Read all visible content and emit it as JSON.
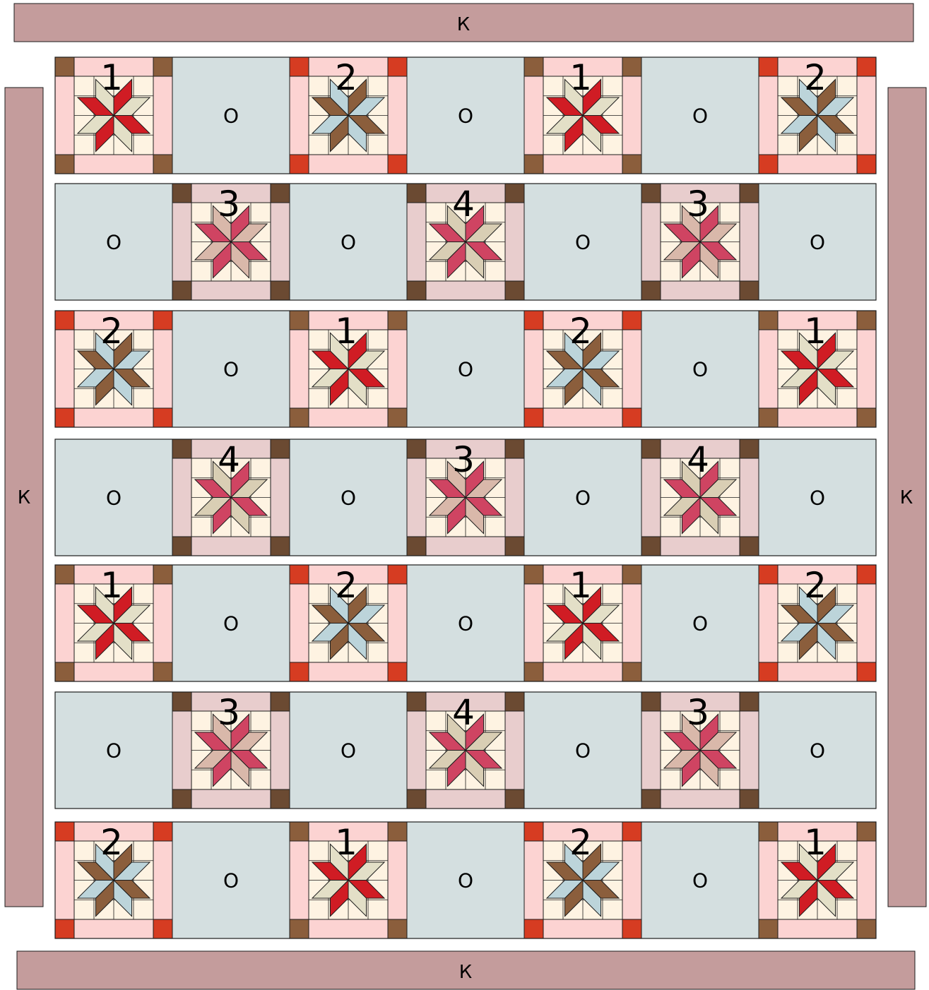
{
  "border_label": "К",
  "filler_label": "О",
  "layout": [
    [
      "1",
      "O",
      "2",
      "O",
      "1",
      "O",
      "2"
    ],
    [
      "O",
      "3",
      "O",
      "4",
      "O",
      "3",
      "O"
    ],
    [
      "2",
      "O",
      "1",
      "O",
      "2",
      "O",
      "1"
    ],
    [
      "O",
      "4",
      "O",
      "3",
      "O",
      "4",
      "O"
    ],
    [
      "1",
      "O",
      "2",
      "O",
      "1",
      "O",
      "2"
    ],
    [
      "O",
      "3",
      "O",
      "4",
      "O",
      "3",
      "O"
    ],
    [
      "2",
      "O",
      "1",
      "O",
      "2",
      "O",
      "1"
    ]
  ],
  "colors": {
    "border": "#c49c9c",
    "filler": "#d4dfe0",
    "background": "#fef3e2",
    "outline": "#1c1c1c"
  },
  "block_styles": {
    "1": {
      "frame": "#fcd3d2",
      "corner": "#8b5e3c",
      "star_a": "#d01c24",
      "star_b": "#e3dfc7"
    },
    "2": {
      "frame": "#fcd3d2",
      "corner": "#d63c22",
      "star_a": "#8b5e3c",
      "star_b": "#bcd4da"
    },
    "3": {
      "frame": "#e8cdcd",
      "corner": "#6b4a32",
      "star_a": "#cf4462",
      "star_b": "#d9b8aa"
    },
    "4": {
      "frame": "#e8cdcd",
      "corner": "#6b4a32",
      "star_a": "#cf4462",
      "star_b": "#d9ceb4"
    }
  }
}
